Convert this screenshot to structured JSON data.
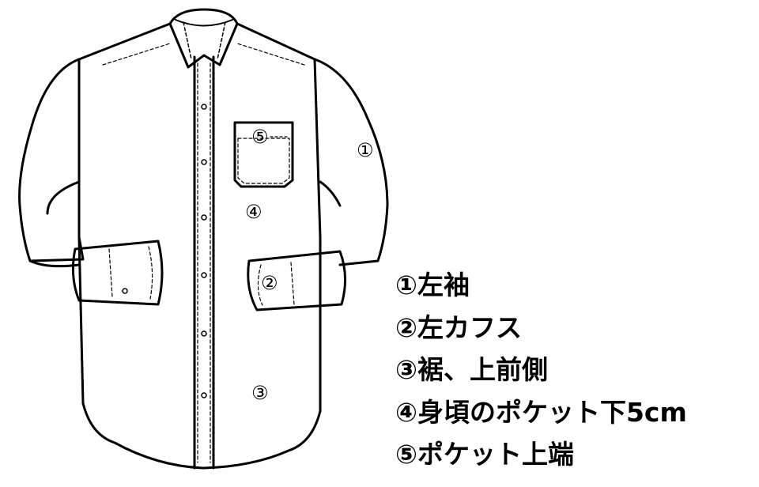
{
  "markers": {
    "m1": "①",
    "m2": "②",
    "m3": "③",
    "m4": "④",
    "m5": "⑤"
  },
  "legend": [
    "①左袖",
    "②左カフス",
    "③裾、上前側",
    "④身頃のポケット下5cm",
    "⑤ポケット上端"
  ]
}
